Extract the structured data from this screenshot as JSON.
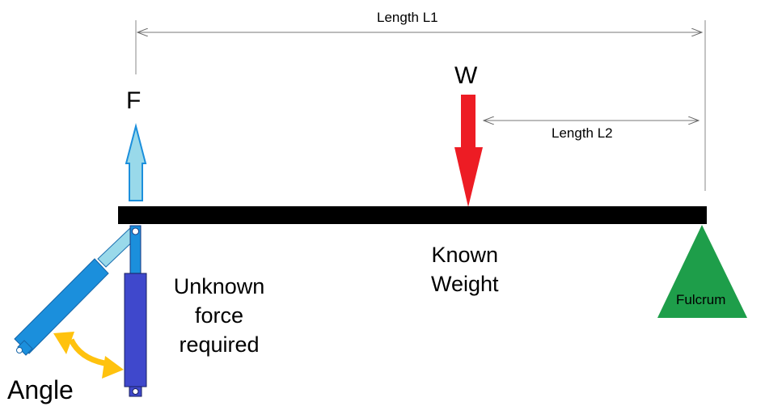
{
  "labels": {
    "length_l1": "Length L1",
    "length_l2": "Length L2",
    "force": "F",
    "weight": "W",
    "known_weight_line1": "Known",
    "known_weight_line2": "Weight",
    "unknown_force_line1": "Unknown",
    "unknown_force_line2": "force",
    "unknown_force_line3": "required",
    "angle": "Angle",
    "fulcrum": "Fulcrum"
  },
  "colors": {
    "beam": "#000000",
    "force_arrow": "#99d9ea",
    "weight_arrow": "#ed1c24",
    "actuator_tilted": "#1b8fdc",
    "actuator_vertical": "#3f48cc",
    "angle_arrow": "#ffc20e",
    "fulcrum": "#1e9e4a"
  }
}
